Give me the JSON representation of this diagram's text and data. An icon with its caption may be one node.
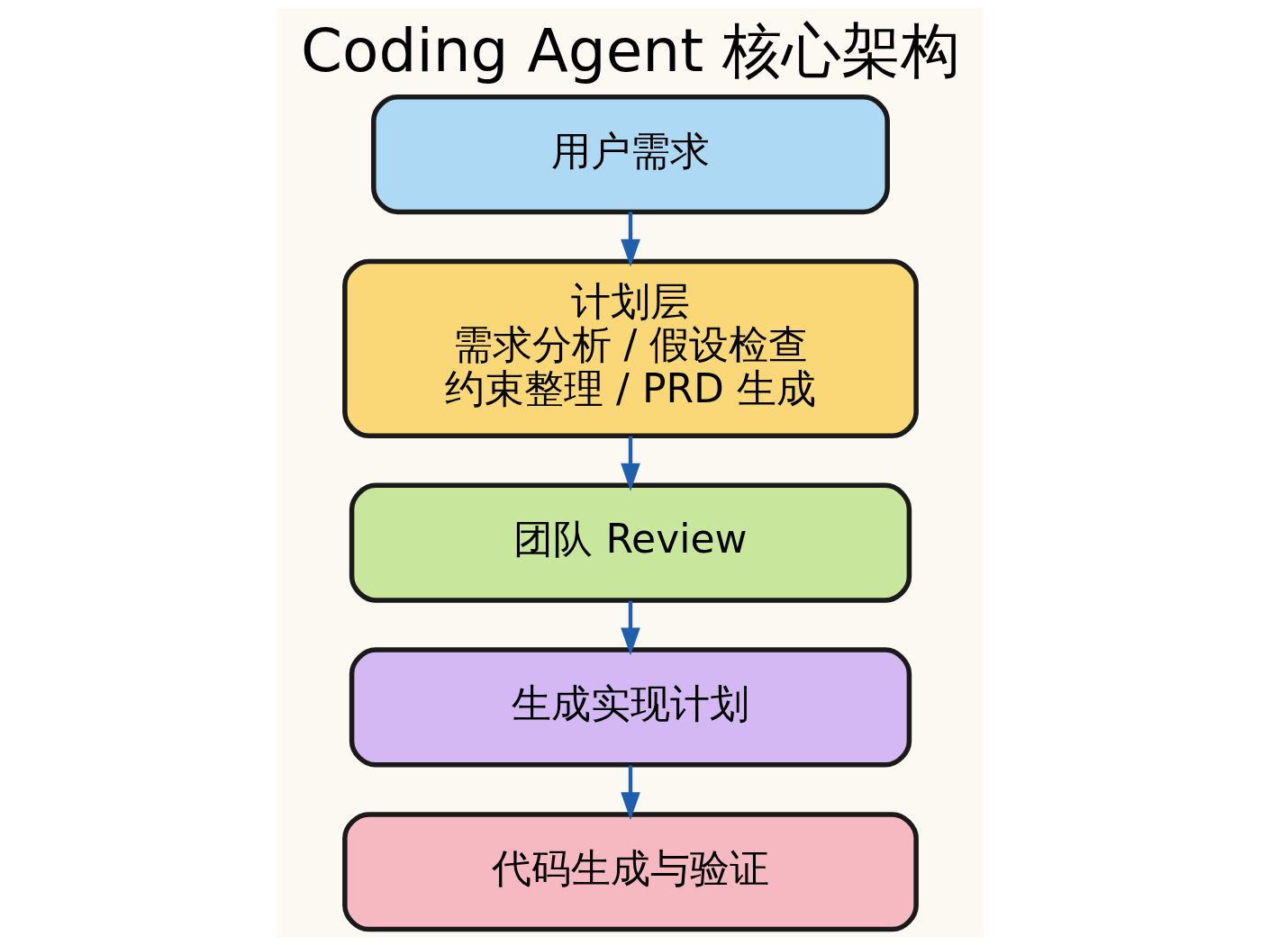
{
  "diagram": {
    "title": "Coding Agent 核心架构",
    "nodes": [
      {
        "text": [
          "用户需求"
        ]
      },
      {
        "text": [
          "计划层",
          "需求分析 / 假设检查",
          "约束整理 / PRD 生成"
        ]
      },
      {
        "text": [
          "团队 Review"
        ]
      },
      {
        "text": [
          "生成实现计划"
        ]
      },
      {
        "text": [
          "代码生成与验证"
        ]
      }
    ],
    "edges": [
      {
        "from": 0,
        "to": 1,
        "arrow": "to"
      },
      {
        "from": 1,
        "to": 2,
        "arrow": "to"
      },
      {
        "from": 2,
        "to": 3,
        "arrow": "to"
      },
      {
        "from": 3,
        "to": 4,
        "arrow": "to"
      }
    ]
  }
}
